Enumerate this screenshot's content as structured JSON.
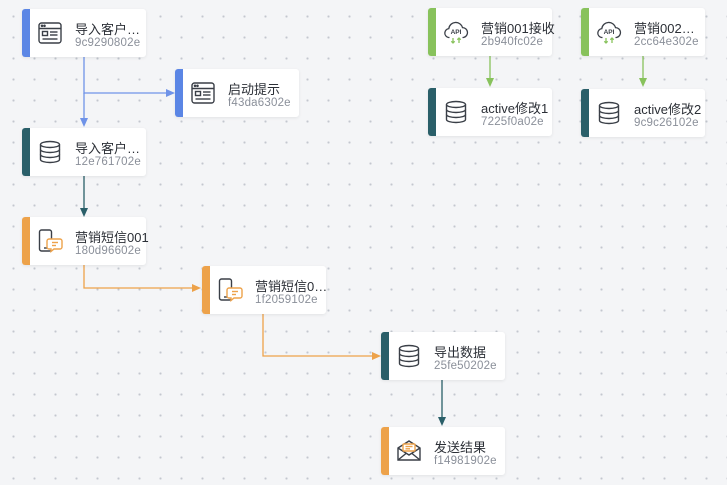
{
  "nodes": [
    {
      "title": "导入客户…",
      "id": "9c9290802e",
      "icon": "form-window-icon",
      "color": "#5b86e5"
    },
    {
      "title": "启动提示",
      "id": "f43da6302e",
      "icon": "form-window-icon",
      "color": "#5b86e5"
    },
    {
      "title": "导入客户…",
      "id": "12e761702e",
      "icon": "database-icon",
      "color": "#2a5f69"
    },
    {
      "title": "营销短信001",
      "id": "180d96602e",
      "icon": "sms-phone-icon",
      "color": "#eda24a"
    },
    {
      "title": "营销短信0…",
      "id": "1f2059102e",
      "icon": "sms-phone-icon",
      "color": "#eda24a"
    },
    {
      "title": "导出数据",
      "id": "25fe50202e",
      "icon": "database-icon",
      "color": "#2a5f69"
    },
    {
      "title": "发送结果",
      "id": "f14981902e",
      "icon": "mail-icon",
      "color": "#eda24a"
    },
    {
      "title": "营销001接收",
      "id": "2b940fc02e",
      "icon": "api-cloud-icon",
      "icon_text": "API",
      "color": "#88c25c"
    },
    {
      "title": "active修改1",
      "id": "7225f0a02e",
      "icon": "database-icon",
      "color": "#2a5f69"
    },
    {
      "title": "营销002…",
      "id": "2cc64e302e",
      "icon": "api-cloud-icon",
      "icon_text": "API",
      "color": "#88c25c"
    },
    {
      "title": "active修改2",
      "id": "9c9c26102e",
      "icon": "database-icon",
      "color": "#2a5f69"
    }
  ],
  "edges": [
    {
      "from": "9c9290802e",
      "to": "f43da6302e"
    },
    {
      "from": "9c9290802e",
      "to": "12e761702e"
    },
    {
      "from": "12e761702e",
      "to": "180d96602e"
    },
    {
      "from": "180d96602e",
      "to": "1f2059102e"
    },
    {
      "from": "1f2059102e",
      "to": "25fe50202e"
    },
    {
      "from": "25fe50202e",
      "to": "f14981902e"
    },
    {
      "from": "2b940fc02e",
      "to": "7225f0a02e"
    },
    {
      "from": "2cc64e302e",
      "to": "9c9c26102e"
    }
  ]
}
